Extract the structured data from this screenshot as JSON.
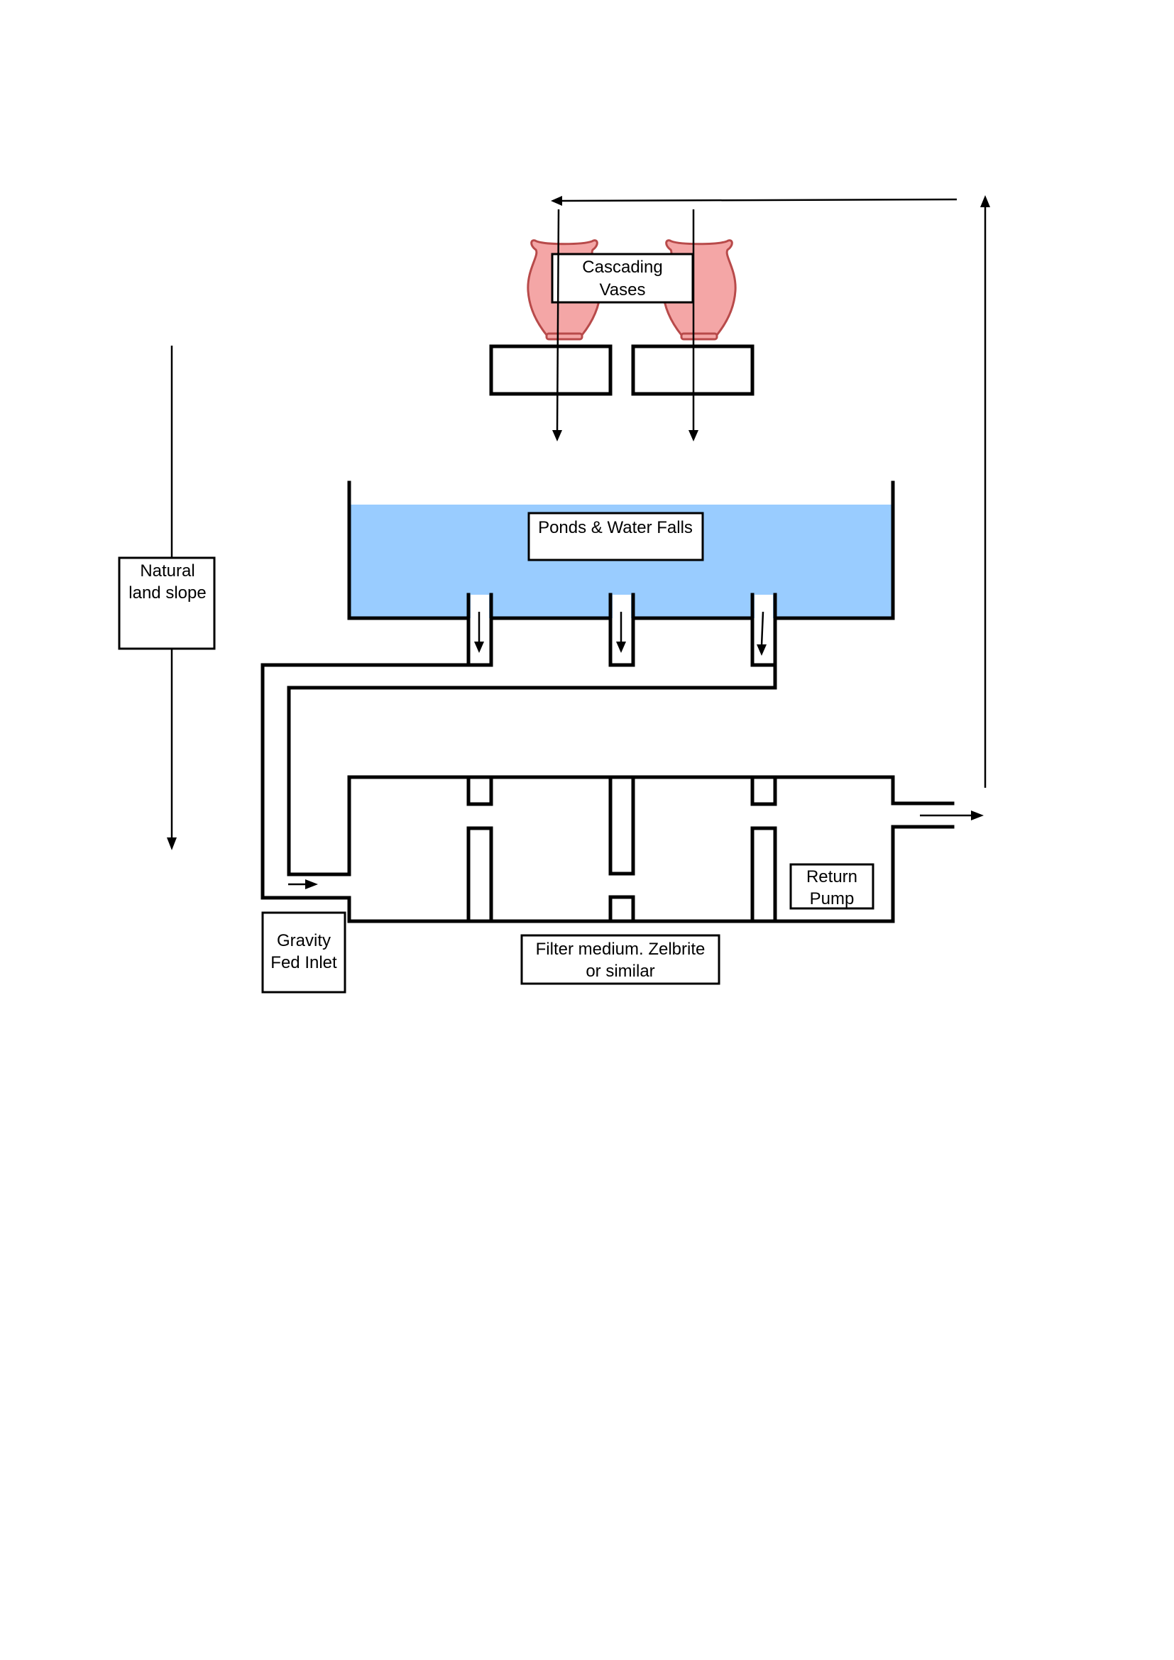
{
  "labels": {
    "cascading_vases": [
      "Cascading",
      "Vases"
    ],
    "ponds": "Ponds & Water Falls",
    "land_slope": [
      "Natural",
      "land slope"
    ],
    "gravity_inlet": [
      "Gravity",
      "Fed Inlet"
    ],
    "filter_medium": [
      "Filter medium. Zelbrite",
      "or similar"
    ],
    "return_pump": [
      "Return",
      "Pump"
    ]
  },
  "colors": {
    "water": "#99ccff",
    "vase_fill": "#f4a6a6",
    "vase_stroke": "#b84a4a",
    "line": "#000000"
  }
}
